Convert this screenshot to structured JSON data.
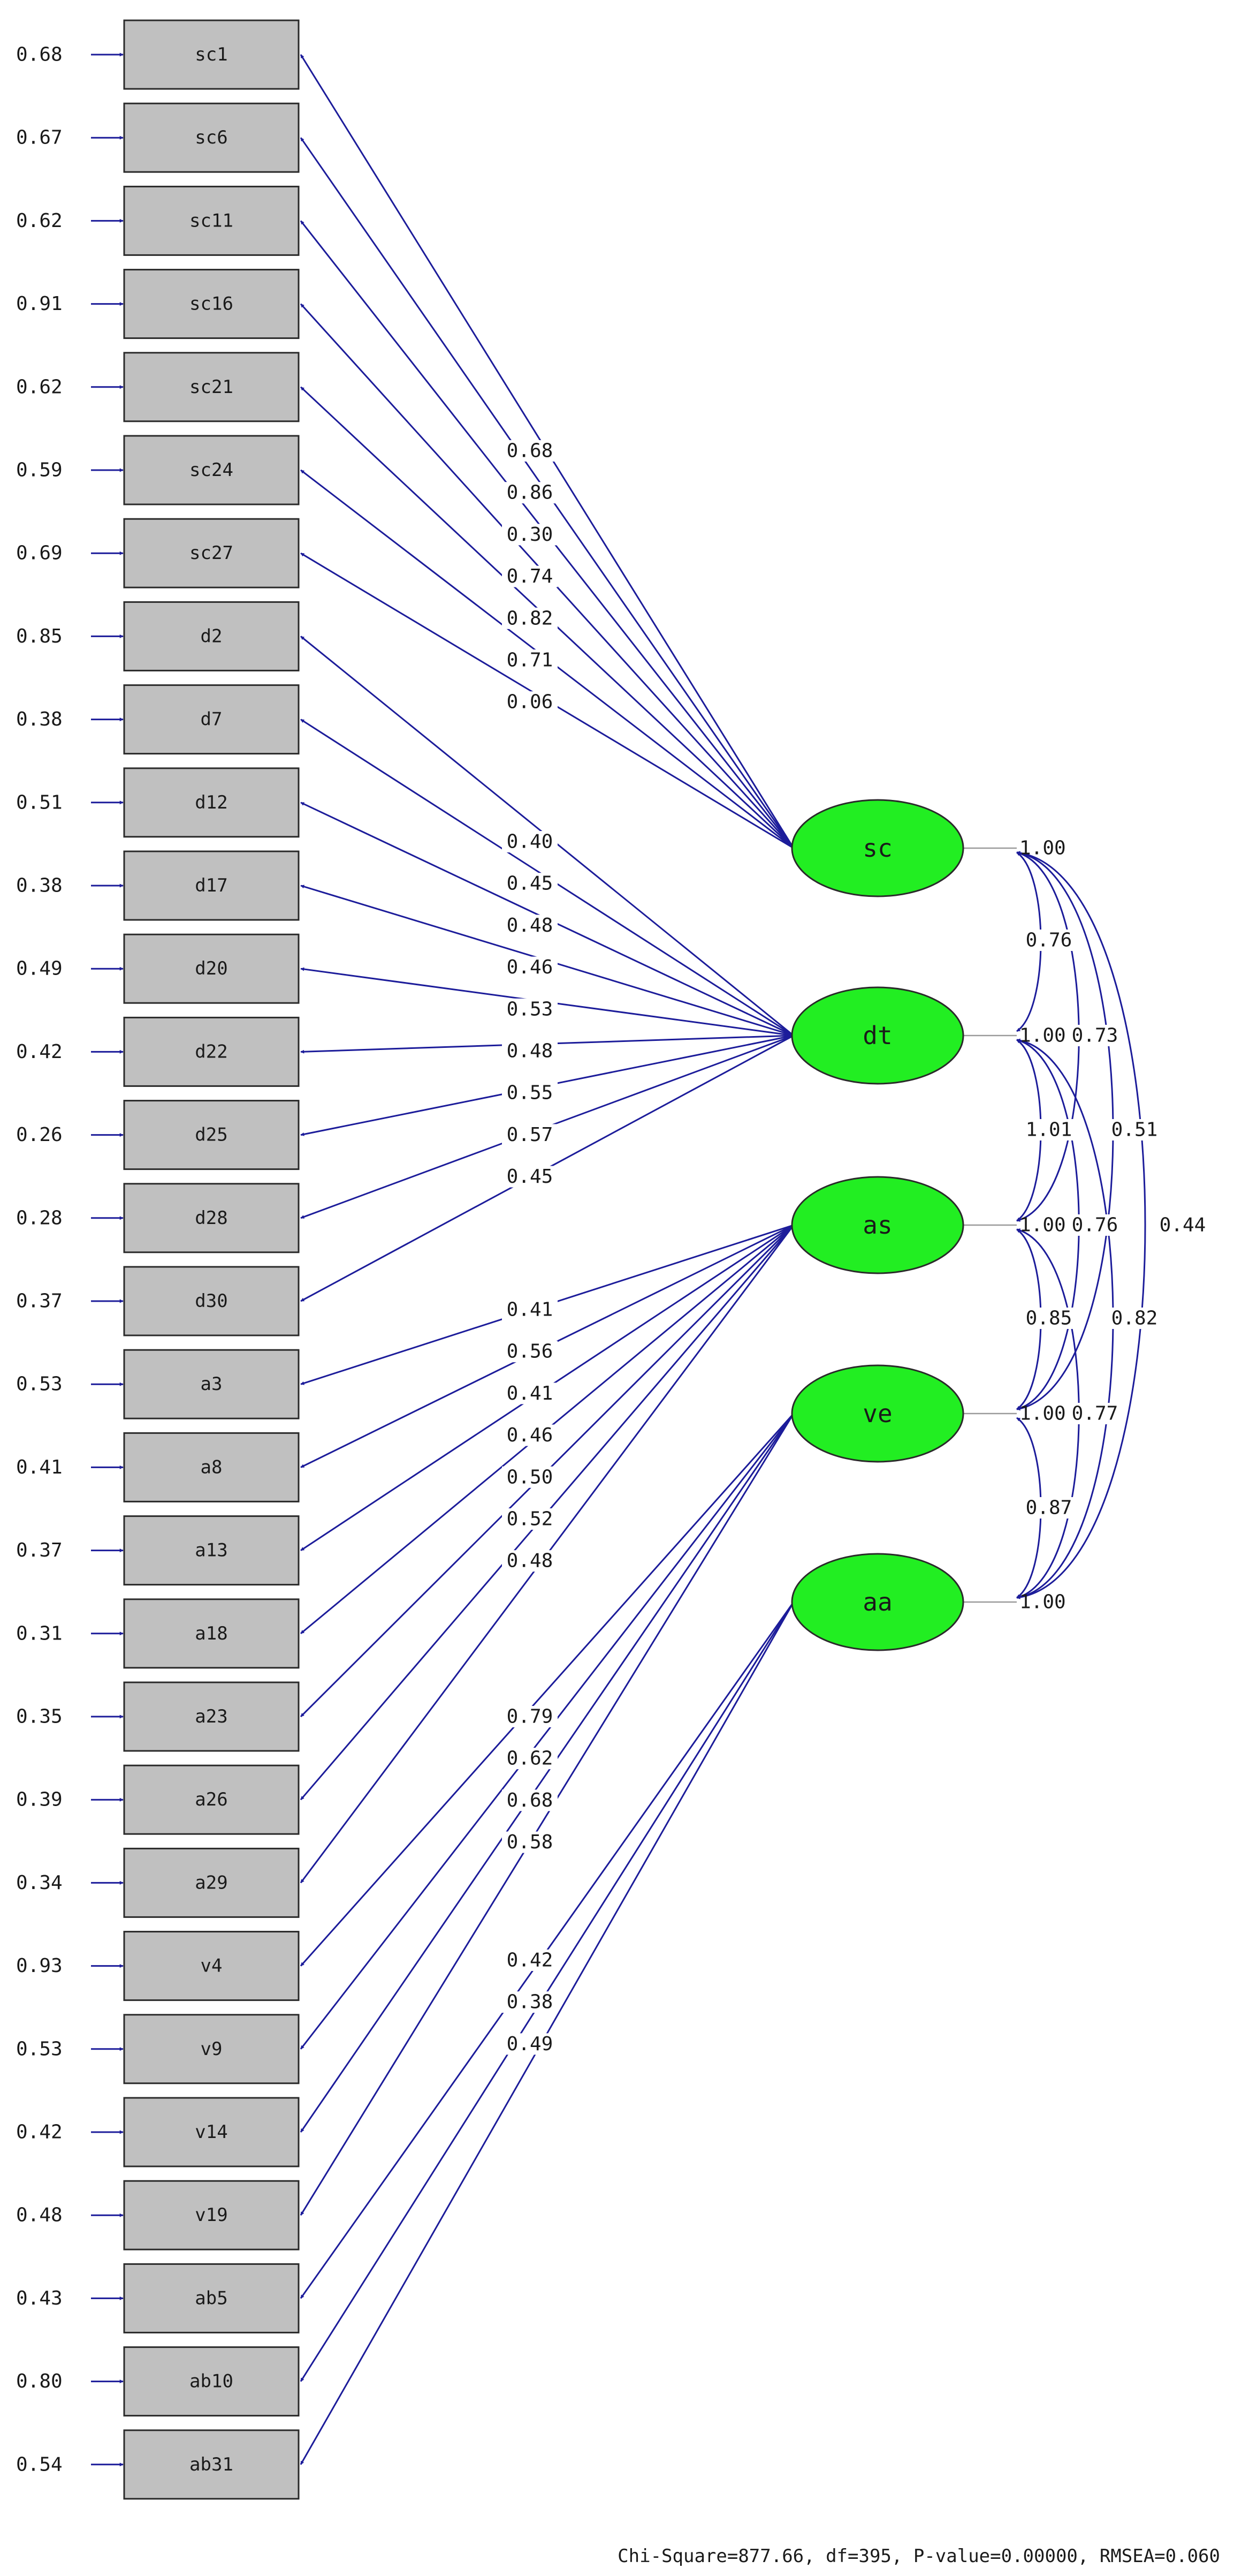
{
  "colors": {
    "observed_fill": "#c0c0c0",
    "latent_fill": "#22ee22",
    "path_color": "#1c1c9a"
  },
  "observed": [
    {
      "id": "sc1",
      "error": "0.68"
    },
    {
      "id": "sc6",
      "error": "0.67"
    },
    {
      "id": "sc11",
      "error": "0.62"
    },
    {
      "id": "sc16",
      "error": "0.91"
    },
    {
      "id": "sc21",
      "error": "0.62"
    },
    {
      "id": "sc24",
      "error": "0.59"
    },
    {
      "id": "sc27",
      "error": "0.69"
    },
    {
      "id": "d2",
      "error": "0.85"
    },
    {
      "id": "d7",
      "error": "0.38"
    },
    {
      "id": "d12",
      "error": "0.51"
    },
    {
      "id": "d17",
      "error": "0.38"
    },
    {
      "id": "d20",
      "error": "0.49"
    },
    {
      "id": "d22",
      "error": "0.42"
    },
    {
      "id": "d25",
      "error": "0.26"
    },
    {
      "id": "d28",
      "error": "0.28"
    },
    {
      "id": "d30",
      "error": "0.37"
    },
    {
      "id": "a3",
      "error": "0.53"
    },
    {
      "id": "a8",
      "error": "0.41"
    },
    {
      "id": "a13",
      "error": "0.37"
    },
    {
      "id": "a18",
      "error": "0.31"
    },
    {
      "id": "a23",
      "error": "0.35"
    },
    {
      "id": "a26",
      "error": "0.39"
    },
    {
      "id": "a29",
      "error": "0.34"
    },
    {
      "id": "v4",
      "error": "0.93"
    },
    {
      "id": "v9",
      "error": "0.53"
    },
    {
      "id": "v14",
      "error": "0.42"
    },
    {
      "id": "v19",
      "error": "0.48"
    },
    {
      "id": "ab5",
      "error": "0.43"
    },
    {
      "id": "ab10",
      "error": "0.80"
    },
    {
      "id": "ab31",
      "error": "0.54"
    }
  ],
  "latents": [
    {
      "id": "sc",
      "variance": "1.00"
    },
    {
      "id": "dt",
      "variance": "1.00"
    },
    {
      "id": "as",
      "variance": "1.00"
    },
    {
      "id": "ve",
      "variance": "1.00"
    },
    {
      "id": "aa",
      "variance": "1.00"
    }
  ],
  "loadings": [
    {
      "from": "sc",
      "to": 0,
      "value": "0.68"
    },
    {
      "from": "sc",
      "to": 1,
      "value": "0.86"
    },
    {
      "from": "sc",
      "to": 2,
      "value": "0.30"
    },
    {
      "from": "sc",
      "to": 3,
      "value": "0.74"
    },
    {
      "from": "sc",
      "to": 4,
      "value": "0.82"
    },
    {
      "from": "sc",
      "to": 5,
      "value": "0.71"
    },
    {
      "from": "sc",
      "to": 6,
      "value": "0.06"
    },
    {
      "from": "dt",
      "to": 7,
      "value": "0.40"
    },
    {
      "from": "dt",
      "to": 8,
      "value": "0.45"
    },
    {
      "from": "dt",
      "to": 9,
      "value": "0.48"
    },
    {
      "from": "dt",
      "to": 10,
      "value": "0.46"
    },
    {
      "from": "dt",
      "to": 11,
      "value": "0.53"
    },
    {
      "from": "dt",
      "to": 12,
      "value": "0.48"
    },
    {
      "from": "dt",
      "to": 13,
      "value": "0.55"
    },
    {
      "from": "dt",
      "to": 14,
      "value": "0.57"
    },
    {
      "from": "dt",
      "to": 15,
      "value": "0.45"
    },
    {
      "from": "as",
      "to": 16,
      "value": "0.41"
    },
    {
      "from": "as",
      "to": 17,
      "value": "0.56"
    },
    {
      "from": "as",
      "to": 18,
      "value": "0.41"
    },
    {
      "from": "as",
      "to": 19,
      "value": "0.46"
    },
    {
      "from": "as",
      "to": 20,
      "value": "0.50"
    },
    {
      "from": "as",
      "to": 21,
      "value": "0.52"
    },
    {
      "from": "as",
      "to": 22,
      "value": "0.48"
    },
    {
      "from": "ve",
      "to": 23,
      "value": "0.79"
    },
    {
      "from": "ve",
      "to": 24,
      "value": "0.62"
    },
    {
      "from": "ve",
      "to": 25,
      "value": "0.68"
    },
    {
      "from": "ve",
      "to": 26,
      "value": "0.58"
    },
    {
      "from": "aa",
      "to": 27,
      "value": "0.42"
    },
    {
      "from": "aa",
      "to": 28,
      "value": "0.38"
    },
    {
      "from": "aa",
      "to": 29,
      "value": "0.49"
    }
  ],
  "correlations": [
    {
      "a": "sc",
      "b": "dt",
      "value": "0.76"
    },
    {
      "a": "dt",
      "b": "as",
      "value": "1.01"
    },
    {
      "a": "as",
      "b": "ve",
      "value": "0.85"
    },
    {
      "a": "ve",
      "b": "aa",
      "value": "0.87"
    },
    {
      "a": "sc",
      "b": "as",
      "value": "0.73"
    },
    {
      "a": "dt",
      "b": "ve",
      "value": "0.76"
    },
    {
      "a": "as",
      "b": "aa",
      "value": "0.77"
    },
    {
      "a": "sc",
      "b": "ve",
      "value": "0.51"
    },
    {
      "a": "dt",
      "b": "aa",
      "value": "0.82"
    },
    {
      "a": "sc",
      "b": "aa",
      "value": "0.44"
    }
  ],
  "fit": {
    "text": "Chi-Square=877.66, df=395, P-value=0.00000, RMSEA=0.060"
  }
}
